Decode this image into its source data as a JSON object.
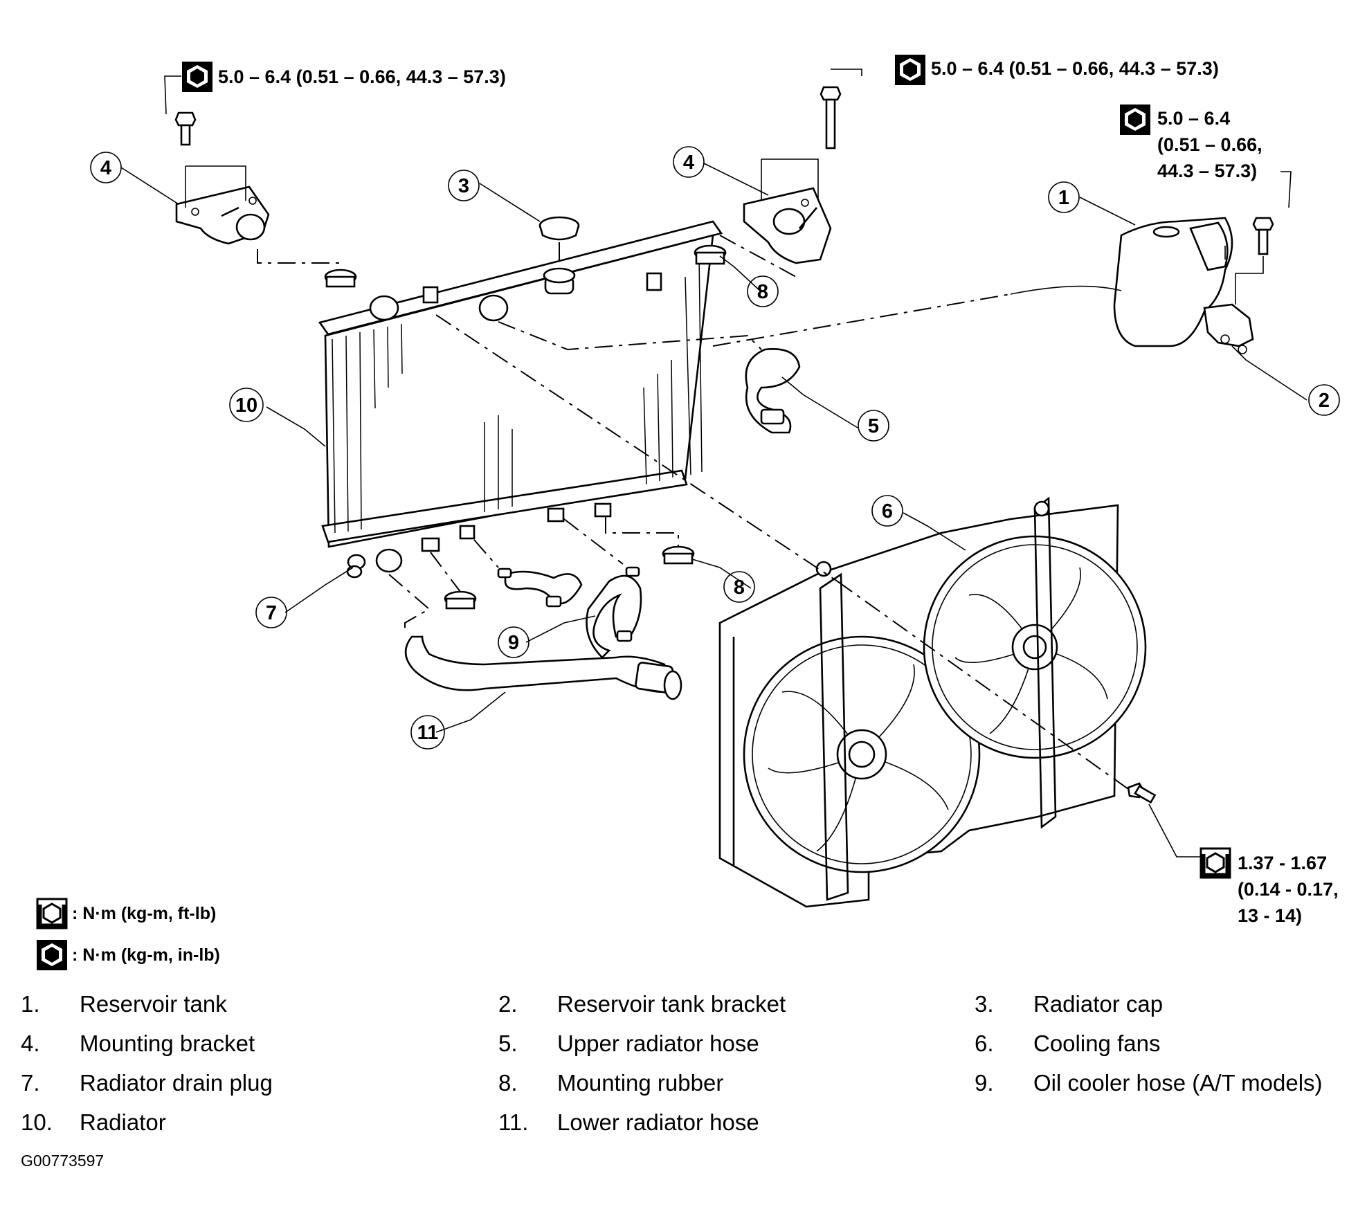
{
  "callouts": [
    "1",
    "2",
    "3",
    "4",
    "4",
    "5",
    "6",
    "7",
    "8",
    "8",
    "9",
    "10",
    "11"
  ],
  "torque_specs": {
    "bracket_left": "5.0 – 6.4 (0.51 – 0.66, 44.3 – 57.3)",
    "bracket_right": "5.0 – 6.4 (0.51 – 0.66, 44.3 – 57.3)",
    "reservoir_line1": "5.0 – 6.4",
    "reservoir_line2": "(0.51 – 0.66,",
    "reservoir_line3": "44.3 – 57.3)",
    "fan_line1": "1.37 - 1.67",
    "fan_line2": "(0.14 - 0.17,",
    "fan_line3": "13 - 14)"
  },
  "legend": {
    "ft_lb": ": N·m (kg-m, ft-lb)",
    "in_lb": ": N·m (kg-m, in-lb)"
  },
  "parts": [
    {
      "num": "1.",
      "name": "Reservoir tank"
    },
    {
      "num": "2.",
      "name": "Reservoir tank bracket"
    },
    {
      "num": "3.",
      "name": "Radiator cap"
    },
    {
      "num": "4.",
      "name": "Mounting bracket"
    },
    {
      "num": "5.",
      "name": "Upper radiator hose"
    },
    {
      "num": "6.",
      "name": "Cooling fans"
    },
    {
      "num": "7.",
      "name": "Radiator drain plug"
    },
    {
      "num": "8.",
      "name": "Mounting rubber"
    },
    {
      "num": "9.",
      "name": "Oil cooler hose (A/T models)"
    },
    {
      "num": "10.",
      "name": "Radiator"
    },
    {
      "num": "11.",
      "name": "Lower radiator hose"
    }
  ],
  "figure_id": "G00773597"
}
